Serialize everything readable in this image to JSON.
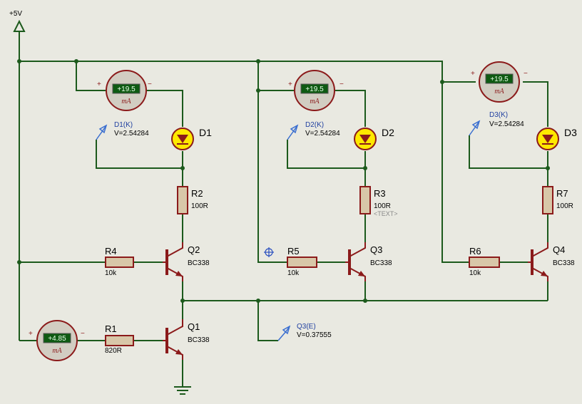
{
  "supply": {
    "label": "+5V"
  },
  "meters": [
    {
      "id": "m1",
      "value": "+19.5",
      "unit": "mA",
      "plus": "+",
      "minus": "−"
    },
    {
      "id": "m2",
      "value": "+19.5",
      "unit": "mA",
      "plus": "+",
      "minus": "−"
    },
    {
      "id": "m3",
      "value": "+19.5",
      "unit": "mA",
      "plus": "+",
      "minus": "−"
    },
    {
      "id": "m4",
      "value": "+4.85",
      "unit": "mA",
      "plus": "+",
      "minus": "−"
    }
  ],
  "leds": [
    {
      "ref": "D1"
    },
    {
      "ref": "D2"
    },
    {
      "ref": "D3"
    }
  ],
  "resistors": [
    {
      "ref": "R2",
      "value": "100R"
    },
    {
      "ref": "R3",
      "value": "100R",
      "text": "<TEXT>"
    },
    {
      "ref": "R7",
      "value": "100R"
    },
    {
      "ref": "R4",
      "value": "10k"
    },
    {
      "ref": "R5",
      "value": "10k"
    },
    {
      "ref": "R6",
      "value": "10k"
    },
    {
      "ref": "R1",
      "value": "820R"
    }
  ],
  "transistors": [
    {
      "ref": "Q2",
      "part": "BC338"
    },
    {
      "ref": "Q3",
      "part": "BC338"
    },
    {
      "ref": "Q4",
      "part": "BC338"
    },
    {
      "ref": "Q1",
      "part": "BC338"
    }
  ],
  "probes": [
    {
      "name": "D1(K)",
      "reading": "V=2.54284"
    },
    {
      "name": "D2(K)",
      "reading": "V=2.54284"
    },
    {
      "name": "D3(K)",
      "reading": "V=2.54284"
    },
    {
      "name": "Q3(E)",
      "reading": "V=0.37555"
    }
  ]
}
